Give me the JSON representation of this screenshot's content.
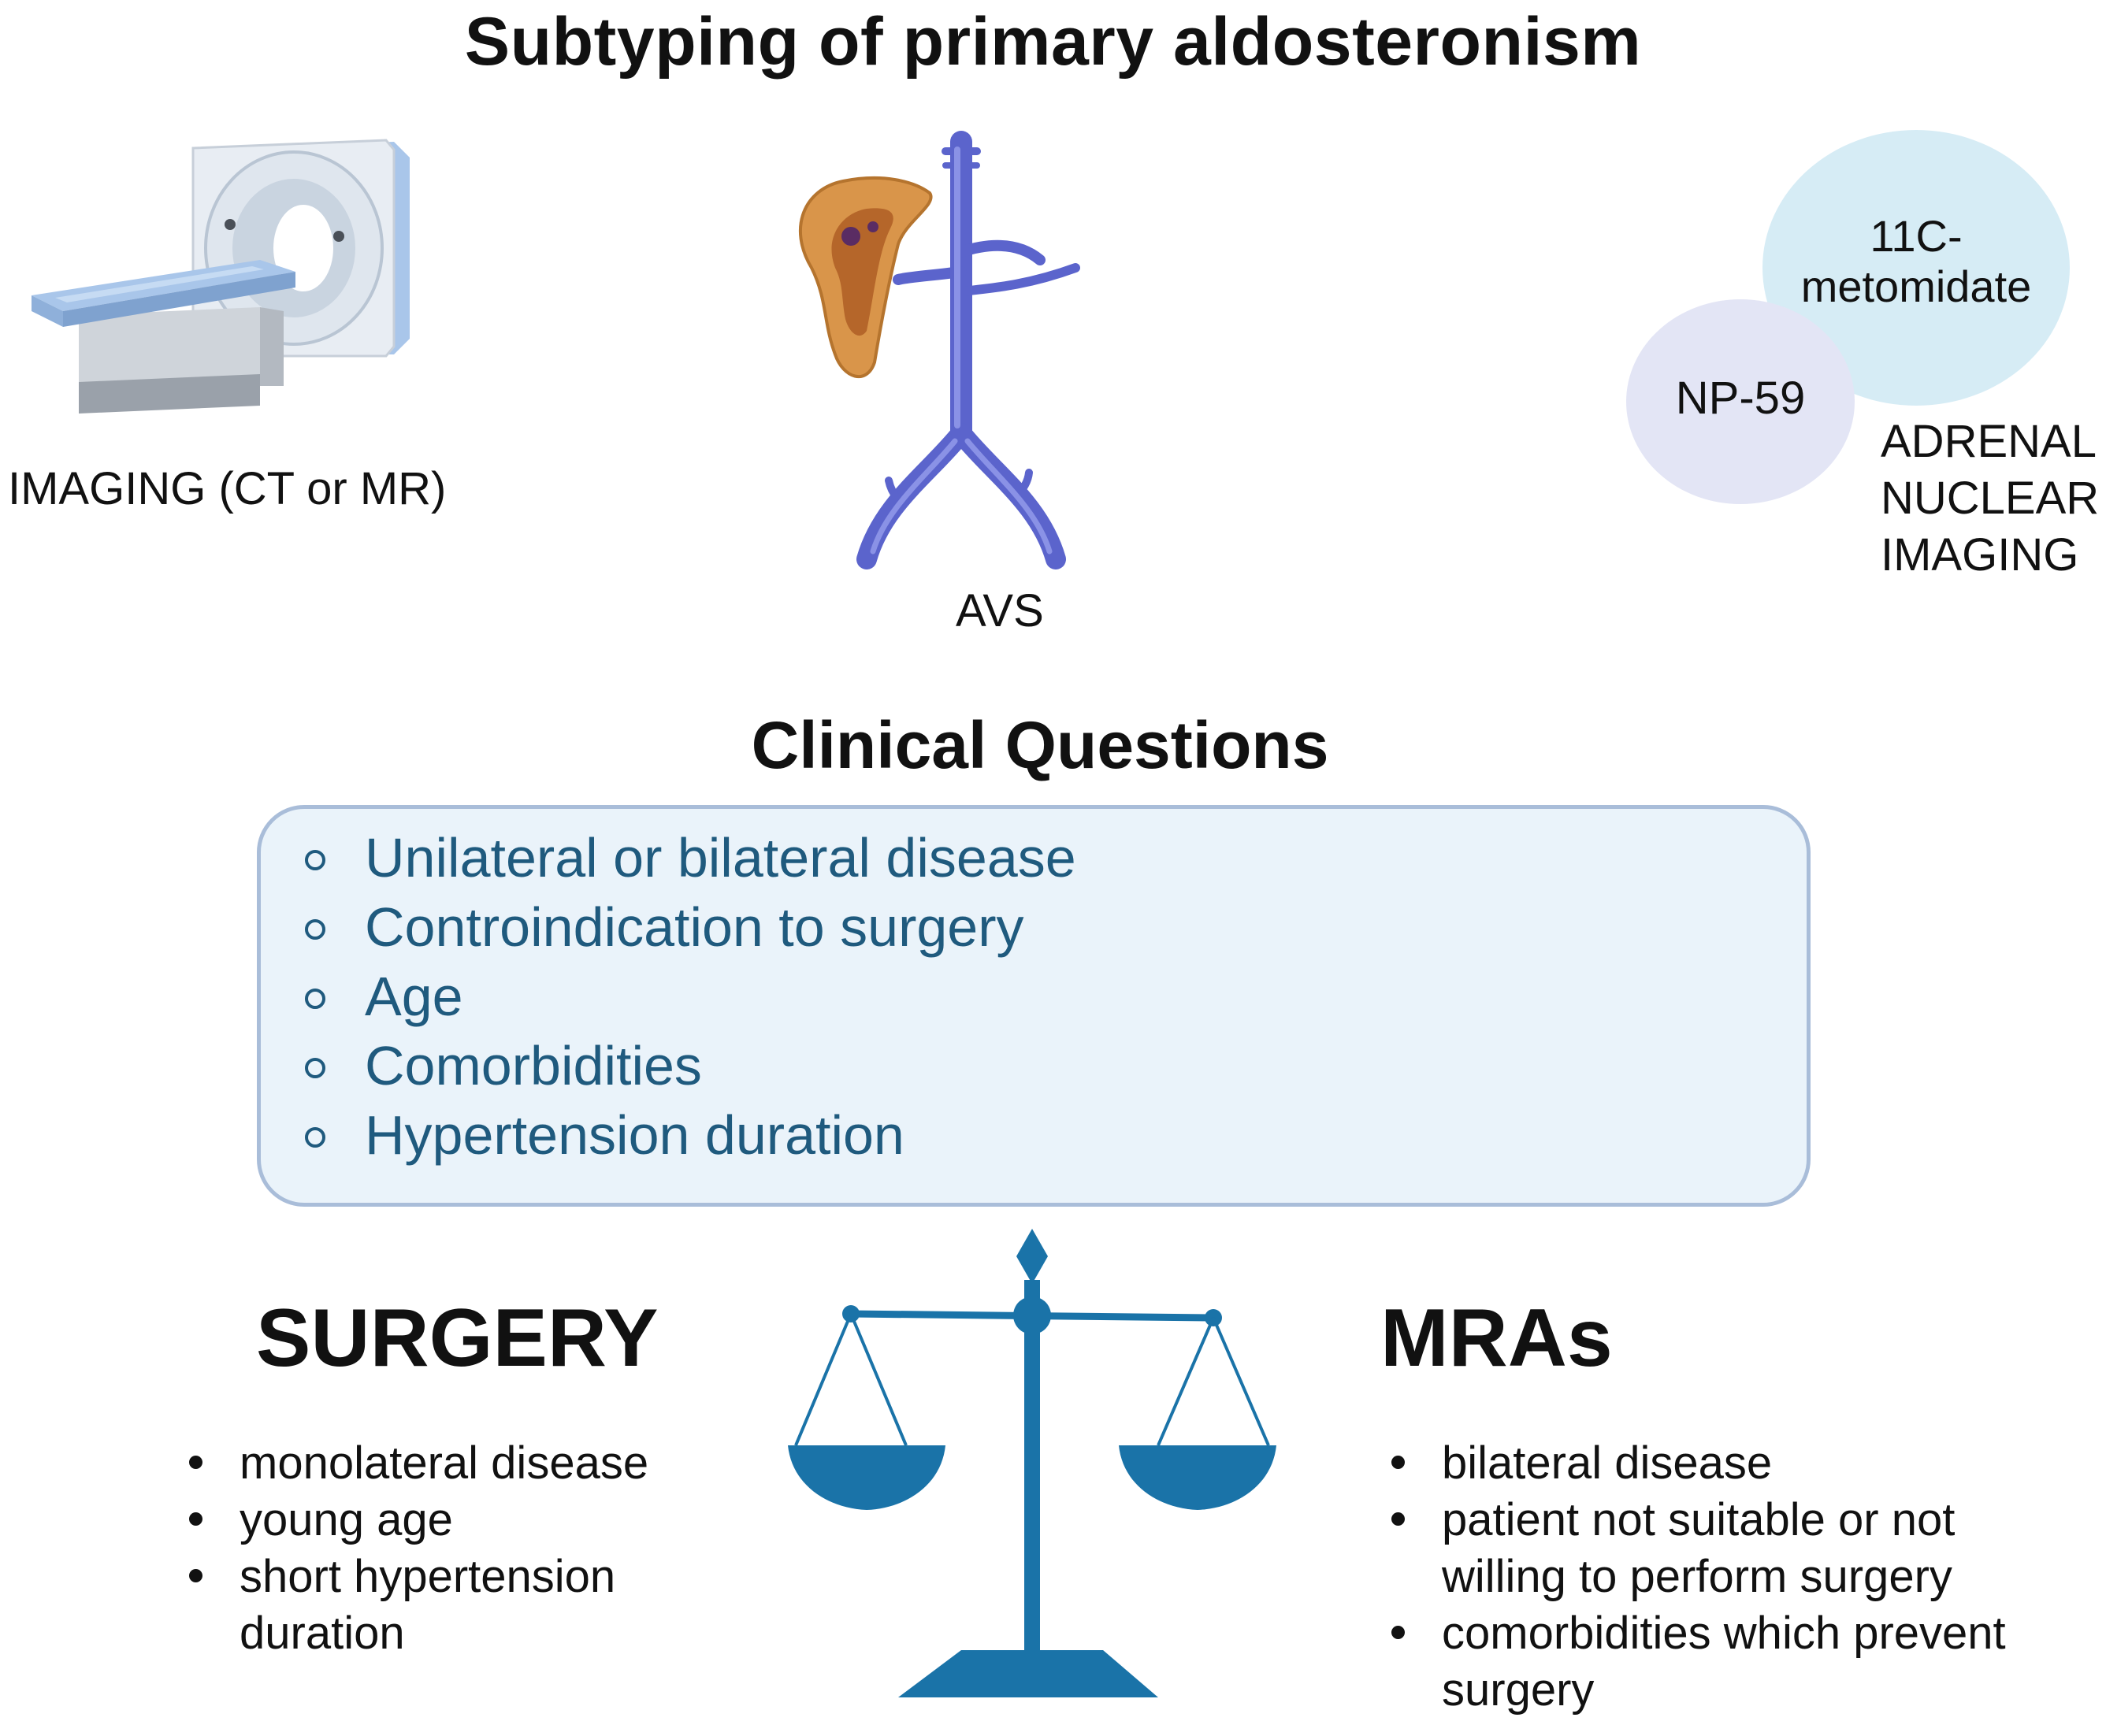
{
  "title": "Subtyping of primary aldosteronism",
  "modalities": {
    "imaging": {
      "label": "IMAGING (CT or MR)"
    },
    "avs": {
      "label": "AVS"
    },
    "nuclear": {
      "tracer_large": "11C-\nmetomidate",
      "tracer_small": "NP-59",
      "label_lines": [
        "ADRENAL",
        "NUCLEAR",
        "IMAGING"
      ]
    }
  },
  "clinical_questions": {
    "title": "Clinical Questions",
    "items": [
      "Unilateral or bilateral disease",
      "Controindication to surgery",
      "Age",
      "Comorbidities",
      "Hypertension duration"
    ]
  },
  "surgery": {
    "heading": "SURGERY",
    "items": [
      "monolateral disease",
      "young age",
      "short hypertension\nduration"
    ]
  },
  "mras": {
    "heading": "MRAs",
    "items": [
      "bilateral disease",
      "patient not suitable or not\nwilling to perform surgery",
      "comorbidities which prevent\nsurgery"
    ]
  },
  "colors": {
    "question_text": "#1f5a7e",
    "question_box_fill": "#eaf3fa",
    "question_box_border": "#a9bdd9",
    "scale": "#1a73a8",
    "vessel": "#6a74d6",
    "adrenal": "#d98a3a",
    "bubble_large": "#d6ecf5",
    "bubble_small": "#e3e5f5"
  }
}
